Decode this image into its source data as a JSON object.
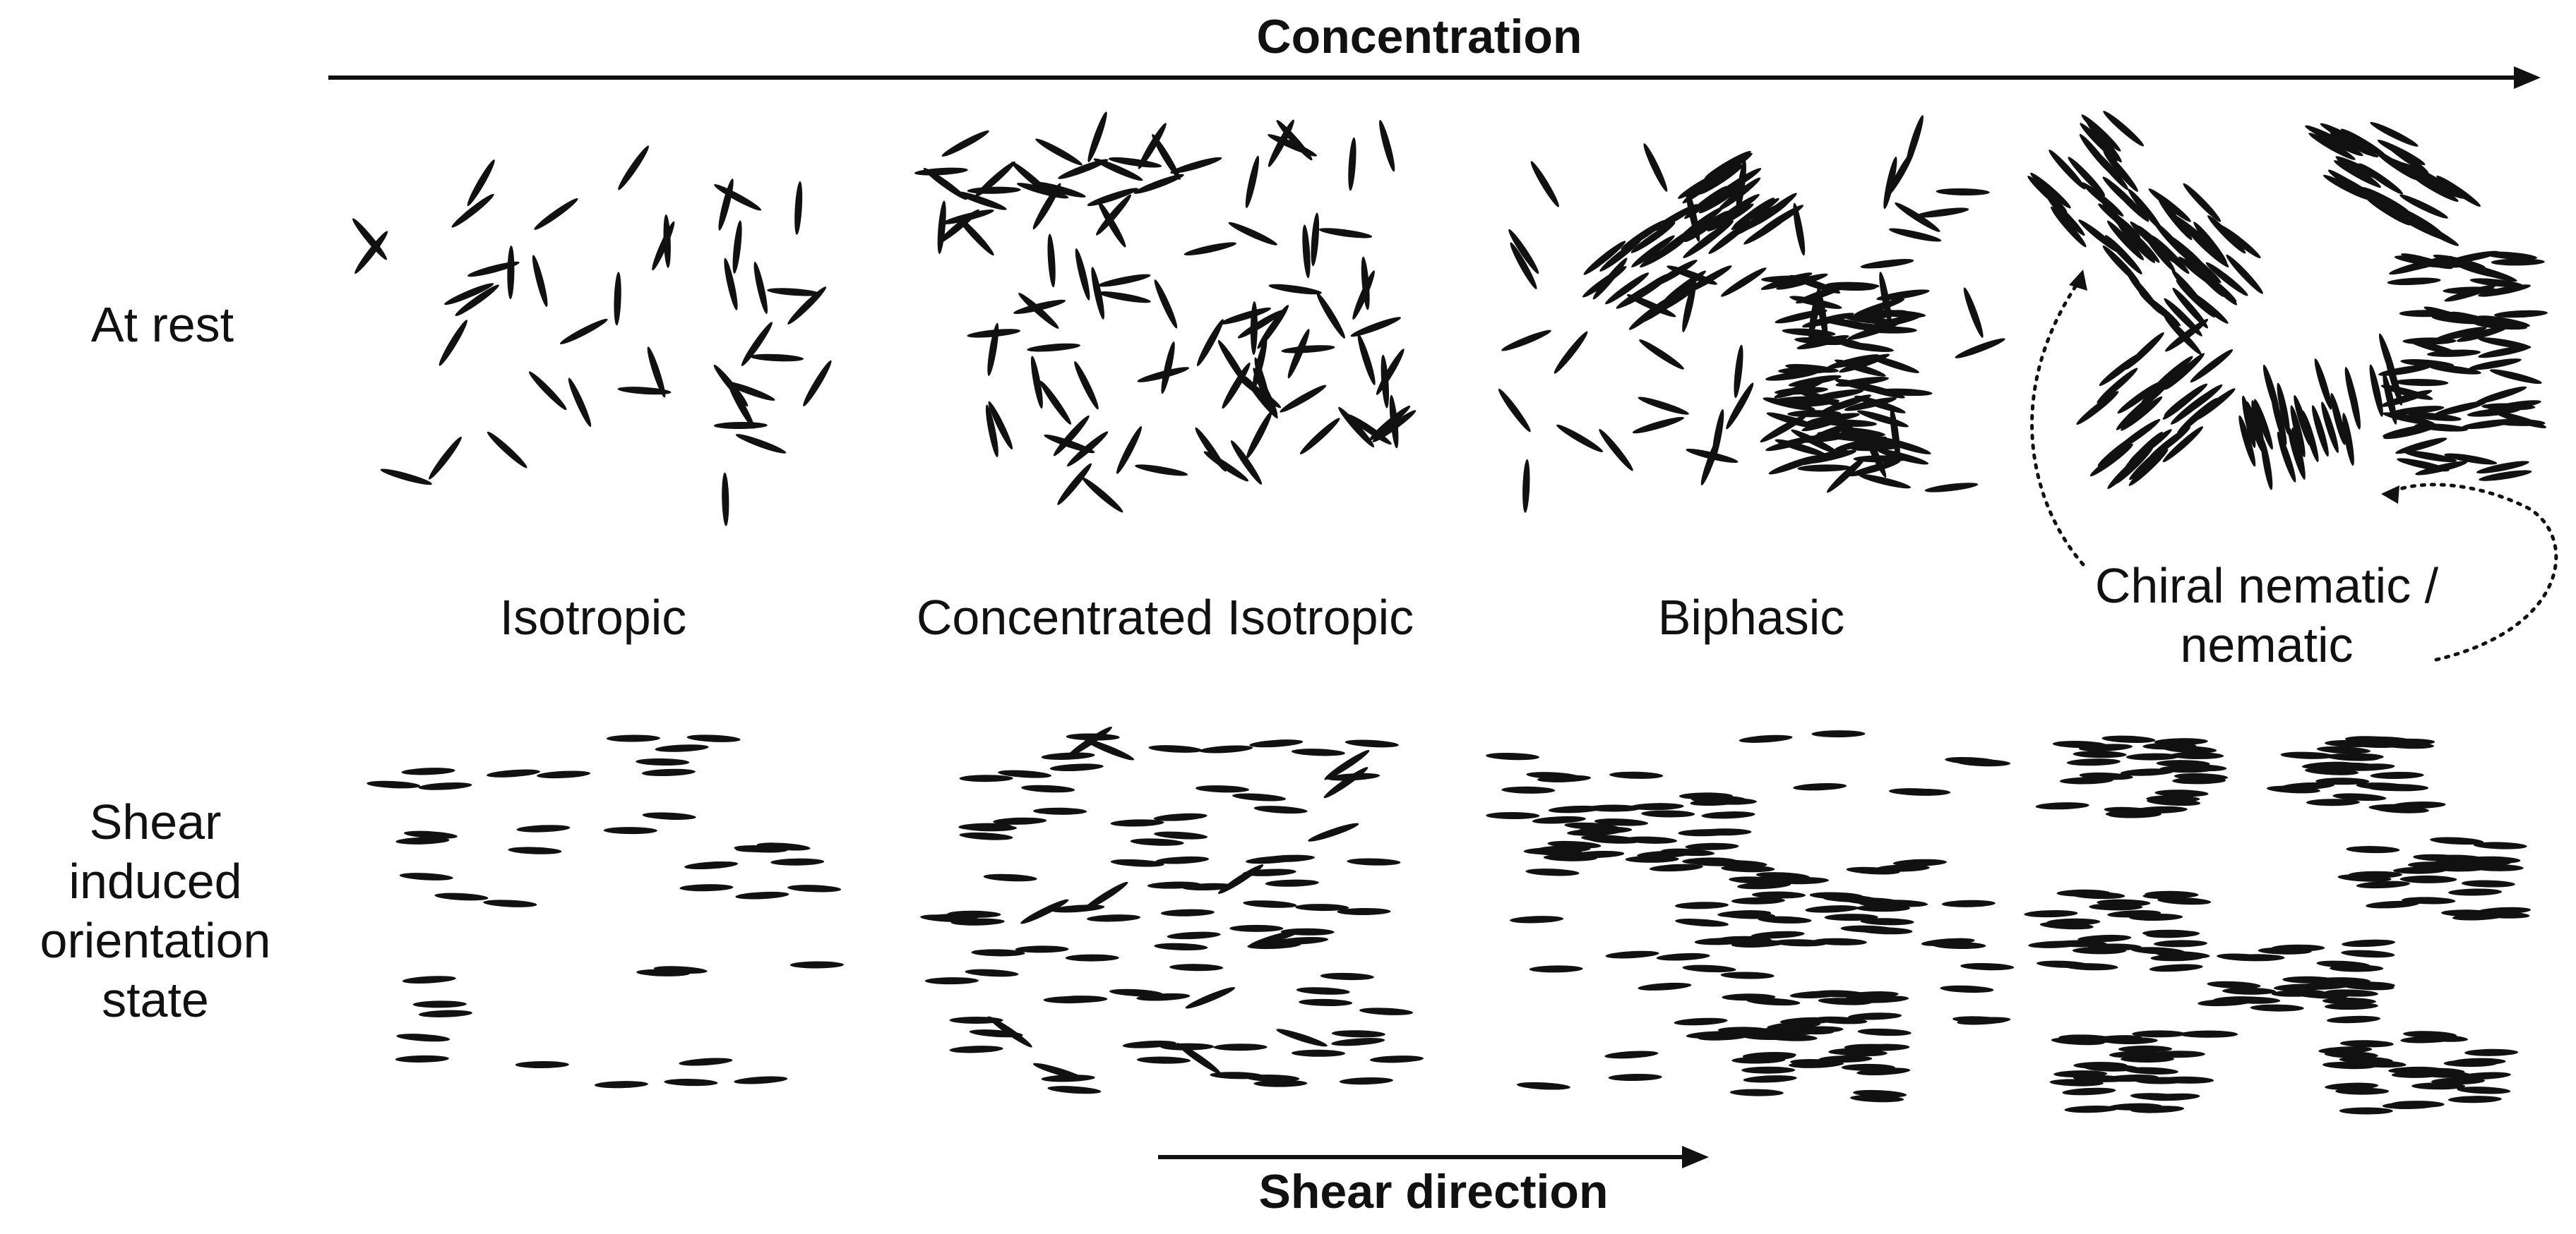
{
  "title_axis": {
    "label": "Concentration"
  },
  "rows": [
    {
      "label": "At rest"
    },
    {
      "label_lines": [
        "Shear",
        "induced",
        "orientation",
        "state"
      ]
    }
  ],
  "phases": [
    {
      "label": "Isotropic"
    },
    {
      "label": "Concentrated Isotropic"
    },
    {
      "label": "Biphasic"
    },
    {
      "label_lines": [
        "Chiral nematic /",
        "nematic"
      ]
    }
  ],
  "shear_axis": {
    "label": "Shear direction"
  },
  "colors": {
    "rod": "#111111",
    "text": "#111111",
    "background": "#ffffff"
  }
}
